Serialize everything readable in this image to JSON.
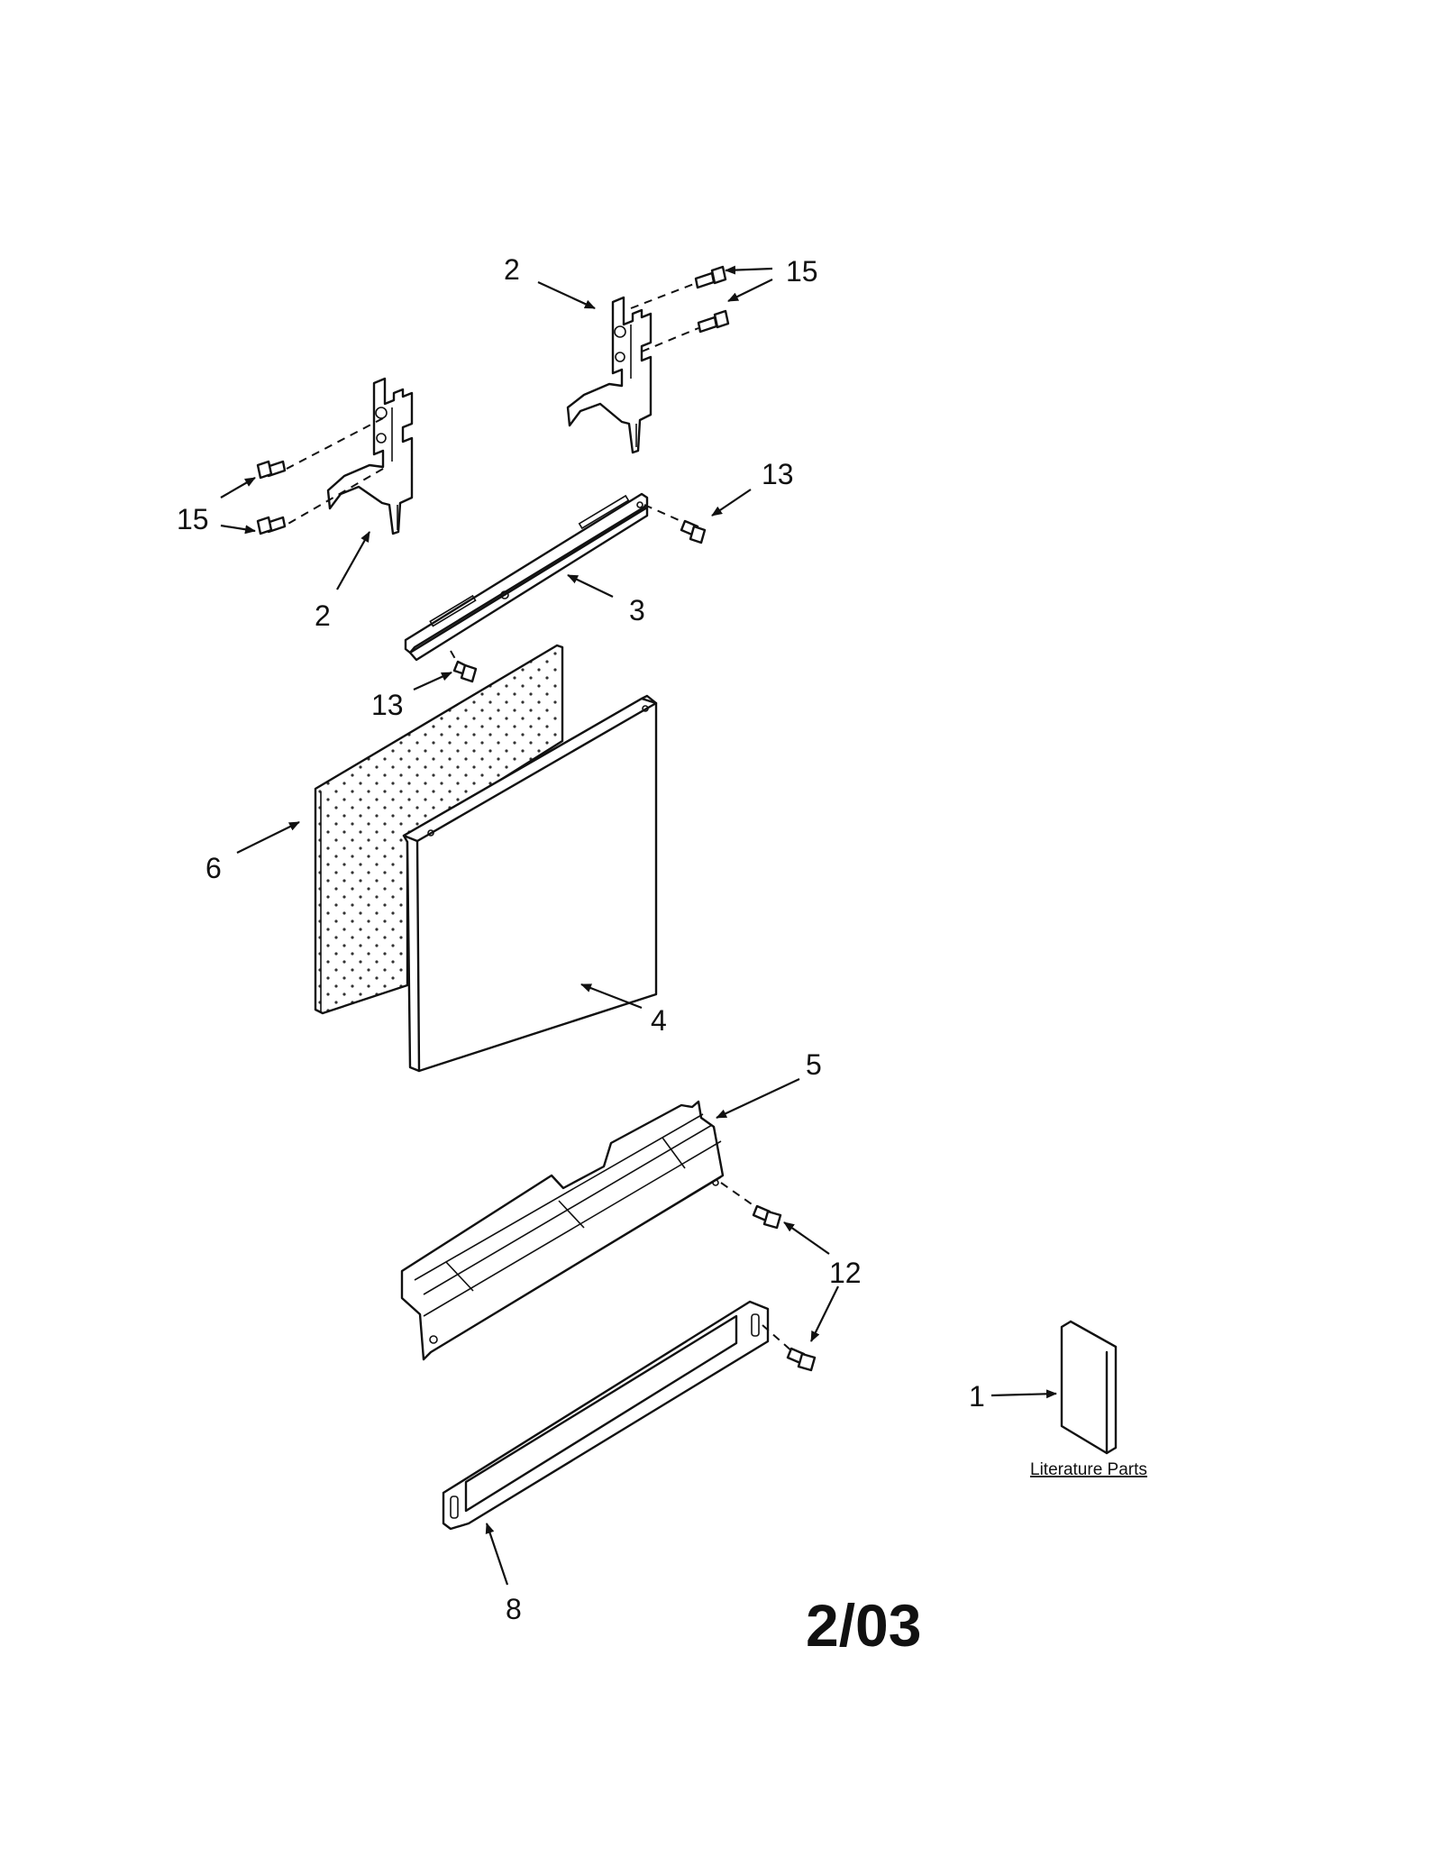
{
  "diagram": {
    "callouts": {
      "c2_top": "2",
      "c15_top": "15",
      "c2_left": "2",
      "c15_left": "15",
      "c13_right": "13",
      "c3": "3",
      "c13_left": "13",
      "c6": "6",
      "c4": "4",
      "c5": "5",
      "c12": "12",
      "c1": "1",
      "c8": "8"
    },
    "literature_label": "Literature Parts",
    "revision_date": "2/03"
  }
}
